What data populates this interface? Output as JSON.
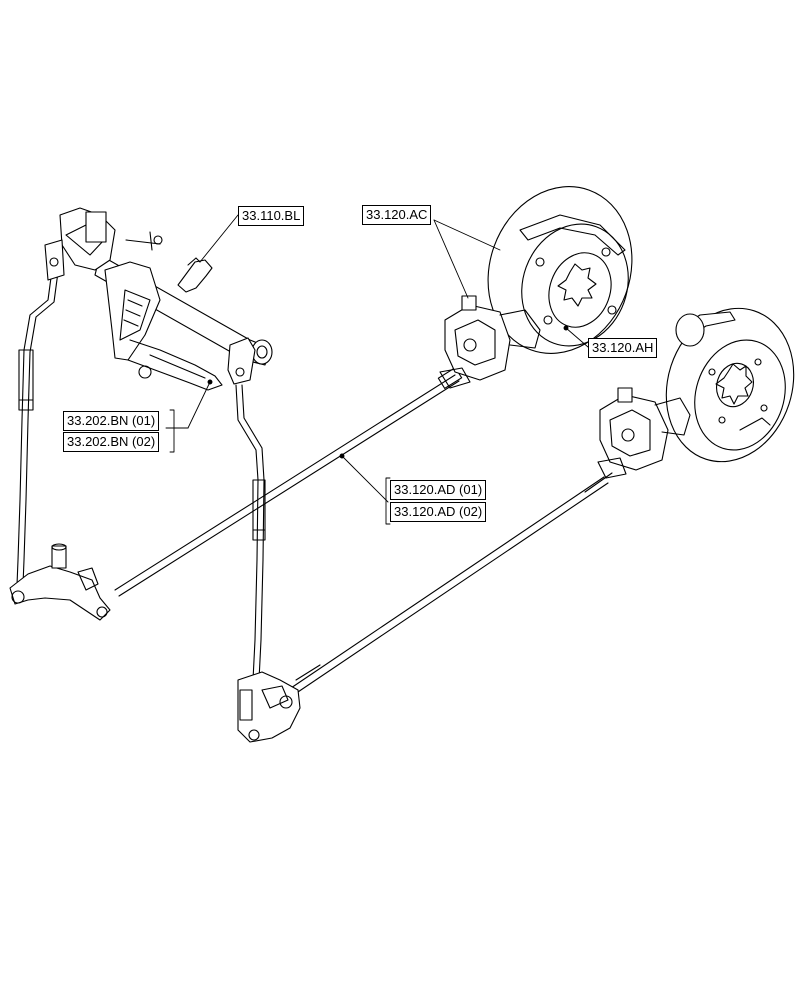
{
  "callouts": {
    "part_33_110_BL": "33.110.BL",
    "part_33_120_AC": "33.120.AC",
    "part_33_120_AH": "33.120.AH",
    "part_33_202_BN_01": "33.202.BN (01)",
    "part_33_202_BN_02": "33.202.BN (02)",
    "part_33_120_AD_01": "33.120.AD (01)",
    "part_33_120_AD_02": "33.120.AD (02)"
  },
  "colors": {
    "line": "#000000",
    "background": "#ffffff",
    "shade": "#e6e6e6"
  }
}
